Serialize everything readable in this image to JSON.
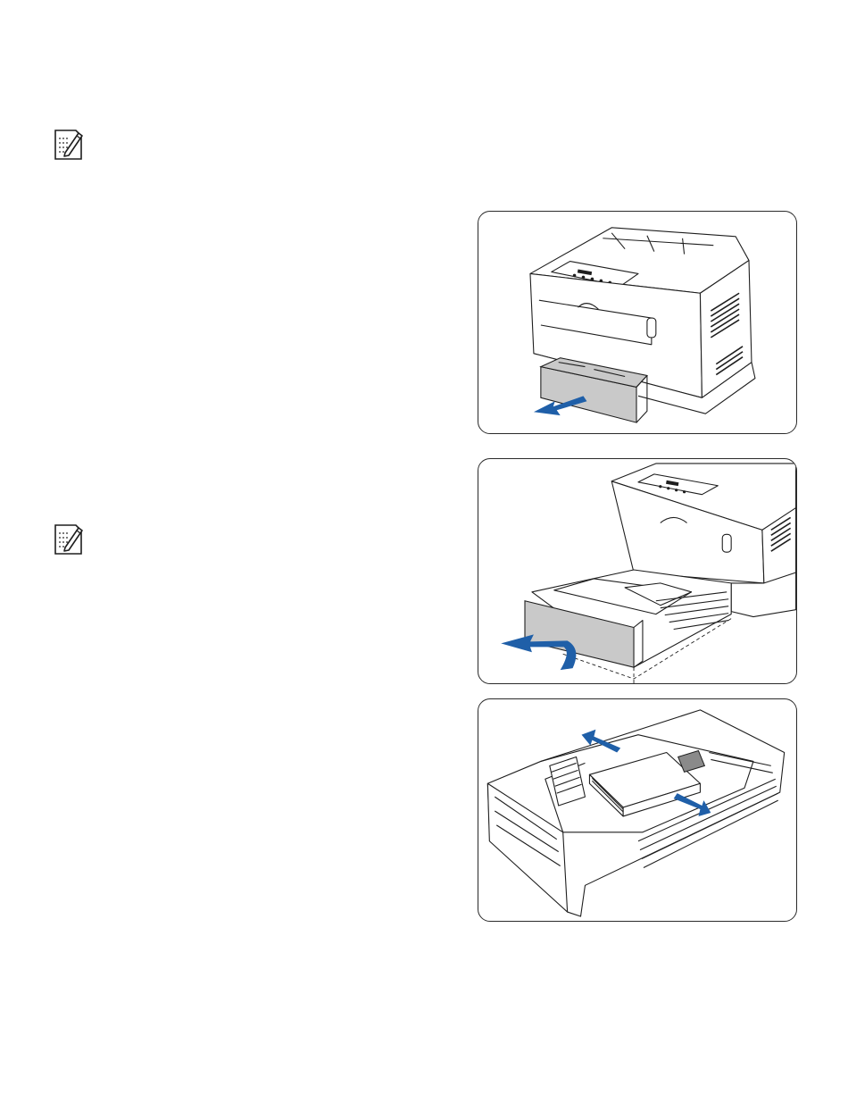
{
  "colors": {
    "arrow": "#1f5fa8",
    "tray": "#c9c9c9",
    "outline": "#1e1e1e"
  },
  "icons": [
    "note-icon",
    "note-icon"
  ],
  "figures": [
    {
      "name": "printer-tray-pull-out",
      "description_icon": "arrow-out-icon"
    },
    {
      "name": "printer-tray-remove",
      "description_icon": "arrow-lift-icon"
    },
    {
      "name": "paper-tray-guides",
      "description_icon": "arrow-slide-icon"
    }
  ]
}
